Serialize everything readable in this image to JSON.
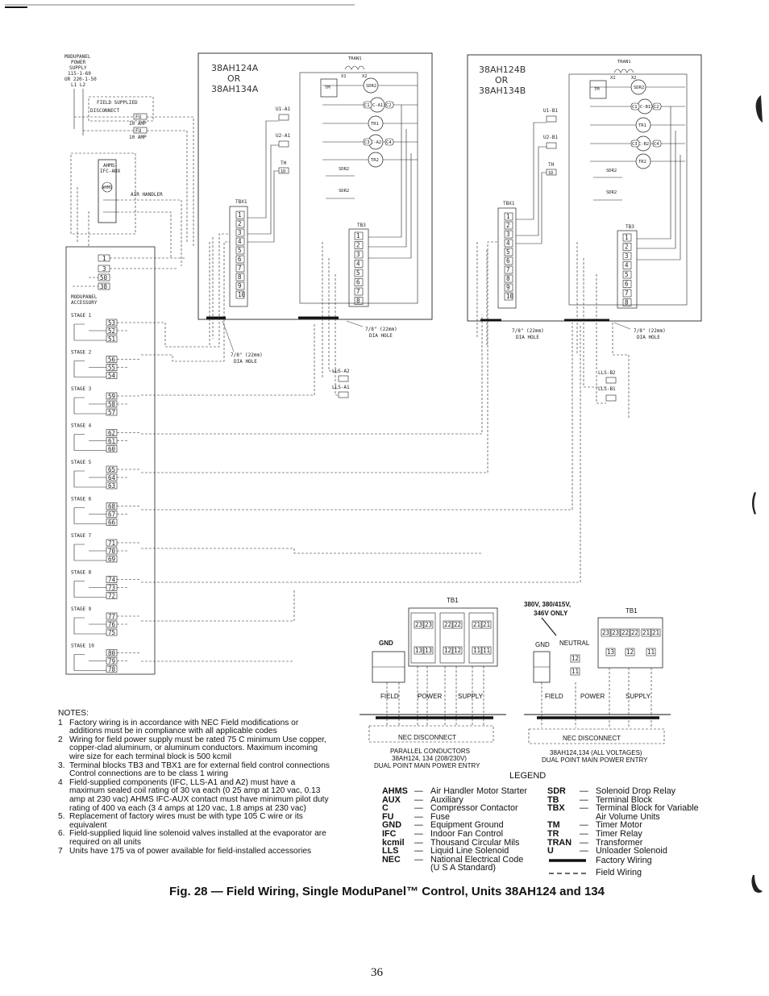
{
  "supply": {
    "lines": [
      "MODUPANEL",
      "POWER",
      "SUPPLY",
      "115-1-60",
      "OR 220-1-50",
      "L1 L2"
    ]
  },
  "field_supplied_disconnect": [
    "FIELD SUPPLIED",
    "DISCONNECT"
  ],
  "fuses": [
    {
      "tag": "FU",
      "rating": "10 AMP"
    },
    {
      "tag": "FU",
      "rating": "10 AMP"
    }
  ],
  "ahms": {
    "title": [
      "AHMS-",
      "IFC-AUX"
    ],
    "tag": "AHMS",
    "label": "AIR HANDLER"
  },
  "accessory": {
    "title": [
      "MODUPANEL",
      "ACCESSORY"
    ],
    "top_terminals": [
      "1",
      "3",
      "50",
      "38"
    ],
    "stages": [
      {
        "label": "STAGE 1",
        "terminals": [
          "53",
          "52",
          "51"
        ]
      },
      {
        "label": "STAGE 2",
        "terminals": [
          "56",
          "55",
          "54"
        ]
      },
      {
        "label": "STAGE 3",
        "terminals": [
          "59",
          "58",
          "57"
        ]
      },
      {
        "label": "STAGE 4",
        "terminals": [
          "62",
          "61",
          "60"
        ]
      },
      {
        "label": "STAGE 5",
        "terminals": [
          "65",
          "64",
          "63"
        ]
      },
      {
        "label": "STAGE 6",
        "terminals": [
          "68",
          "67",
          "66"
        ]
      },
      {
        "label": "STAGE 7",
        "terminals": [
          "71",
          "70",
          "69"
        ]
      },
      {
        "label": "STAGE 8",
        "terminals": [
          "74",
          "73",
          "72"
        ]
      },
      {
        "label": "STAGE 9",
        "terminals": [
          "77",
          "76",
          "75"
        ]
      },
      {
        "label": "STAGE 10",
        "terminals": [
          "80",
          "79",
          "78"
        ]
      }
    ]
  },
  "unit_a": {
    "title": [
      "38AH124A",
      "OR",
      "38AH134A"
    ],
    "tran": "TRAN1",
    "tran_pins": [
      "X1",
      "X2"
    ],
    "tm": "TM",
    "relays": [
      "SDR2",
      "C-A1",
      "TR1",
      "C-A2",
      "TR2"
    ],
    "relay_pins": [
      "C1",
      "C2",
      "C3",
      "C4"
    ],
    "unloaders": [
      "U1-A1",
      "U2-A1"
    ],
    "th": "TH",
    "th_pin": "1D",
    "sdr_labels": [
      "SDR2",
      "SDR2"
    ],
    "tbx_label": "TBX1",
    "tbx_terminals": [
      "1",
      "2",
      "3",
      "4",
      "5",
      "6",
      "7",
      "8",
      "9",
      "10"
    ],
    "tb_label": "TB3",
    "tb_terminals": [
      "1",
      "2",
      "3",
      "4",
      "5",
      "6",
      "7",
      "8"
    ],
    "hole_1": [
      "7/8\" (22mm)",
      "DIA HOLE"
    ],
    "hole_2": [
      "7/8\" (22mm)",
      "DIA HOLE"
    ],
    "lls": [
      "LLS-A2",
      "LLS-A1"
    ]
  },
  "unit_b": {
    "title": [
      "38AH124B",
      "OR",
      "38AH134B"
    ],
    "tran": "TRAN1",
    "tran_pins": [
      "X1",
      "X2"
    ],
    "tm": "TM",
    "relays": [
      "SDR2",
      "C-B1",
      "TR1",
      "C-B2",
      "TR2"
    ],
    "relay_pins": [
      "C1",
      "C2",
      "C3",
      "C4"
    ],
    "unloaders": [
      "U1-B1",
      "U2-B1"
    ],
    "th": "TH",
    "th_pin": "1D",
    "sdr_labels": [
      "SDR2",
      "SDR2"
    ],
    "tbx_label": "TBX1",
    "tbx_terminals": [
      "1",
      "2",
      "3",
      "4",
      "5",
      "6",
      "7",
      "8",
      "9",
      "10"
    ],
    "tb_label": "TB3",
    "tb_terminals": [
      "1",
      "2",
      "3",
      "4",
      "5",
      "6",
      "7",
      "8"
    ],
    "hole_1": [
      "7/8\" (22mm)",
      "DIA HOLE"
    ],
    "hole_2": [
      "7/8\" (22mm)",
      "DIA HOLE"
    ],
    "lls": [
      "LLS-B2",
      "LLS-B1"
    ]
  },
  "power_left": {
    "tb1": "TB1",
    "terminals": [
      "23",
      "23",
      "22",
      "22",
      "21",
      "21",
      "13",
      "13",
      "12",
      "12",
      "11",
      "11"
    ],
    "gnd": "GND",
    "field_power_supply": [
      "FIELD",
      "POWER",
      "SUPPLY"
    ],
    "nec": "NEC DISCONNECT",
    "caption": [
      "PARALLEL CONDUCTORS",
      "38AH124, 134 (208/230V)",
      "DUAL POINT MAIN POWER ENTRY"
    ]
  },
  "power_right": {
    "voltage": [
      "380V, 380/415V,",
      "346V ONLY"
    ],
    "tb1": "TB1",
    "terminals": [
      "23",
      "23",
      "22",
      "22",
      "21",
      "21",
      "13",
      "12",
      "11",
      "12",
      "11"
    ],
    "gnd": "GND",
    "neutral": "NEUTRAL",
    "field_power_supply": [
      "FIELD",
      "POWER",
      "SUPPLY"
    ],
    "nec": "NEC DISCONNECT",
    "caption": [
      "38AH124,134 (ALL VOLTAGES)",
      "DUAL POINT MAIN POWER ENTRY"
    ]
  },
  "notes": {
    "title": "NOTES:",
    "items": [
      {
        "num": "1",
        "text": "Factory wiring is in accordance with NEC Field modifications or additions must be in compliance with all applicable codes"
      },
      {
        "num": "2",
        "text": "Wiring for field power supply must be rated 75 C minimum Use copper, copper-clad aluminum, or aluminum conductors. Maximum incoming wire size for each terminal block is 500 kcmil"
      },
      {
        "num": "3.",
        "text": "Terminal blocks TB3 and TBX1 are for external field control connections Control connections are to be class 1 wiring"
      },
      {
        "num": "4",
        "text": "Field-supplied components (IFC, LLS-A1 and A2) must have a maximum sealed coil rating of 30 va each (0 25 amp at 120 vac, 0.13 amp at 230 vac) AHMS IFC-AUX contact must have minimum pilot duty rating of 400 va each (3 4 amps at 120 vac, 1.8 amps at 230 vac)"
      },
      {
        "num": "5.",
        "text": "Replacement of factory wires must be with type 105 C wire or its equivalent"
      },
      {
        "num": "6.",
        "text": "Field-supplied liquid line solenoid valves installed at the evaporator are required on all units"
      },
      {
        "num": "7",
        "text": "Units have 175 va of power available for field-installed accessories"
      }
    ]
  },
  "legend": {
    "title": "LEGEND",
    "col1": [
      {
        "abbr": "AHMS",
        "def": "Air Handler Motor Starter"
      },
      {
        "abbr": "AUX",
        "def": "Auxiliary"
      },
      {
        "abbr": "C",
        "def": "Compressor Contactor"
      },
      {
        "abbr": "FU",
        "def": "Fuse"
      },
      {
        "abbr": "GND",
        "def": "Equipment Ground"
      },
      {
        "abbr": "IFC",
        "def": "Indoor Fan Control"
      },
      {
        "abbr": "kcmil",
        "def": "Thousand Circular Mils"
      },
      {
        "abbr": "LLS",
        "def": "Liquid Line Solenoid"
      },
      {
        "abbr": "NEC",
        "def": "National Electrical Code"
      },
      {
        "abbr": "",
        "def": "(U S A Standard)"
      }
    ],
    "col2": [
      {
        "abbr": "SDR",
        "def": "Solenoid Drop Relay"
      },
      {
        "abbr": "TB",
        "def": "Terminal Block"
      },
      {
        "abbr": "TBX",
        "def": "Terminal Block for Variable"
      },
      {
        "abbr": "",
        "def": "Air Volume Units"
      },
      {
        "abbr": "TM",
        "def": "Timer Motor"
      },
      {
        "abbr": "TR",
        "def": "Timer Relay"
      },
      {
        "abbr": "TRAN",
        "def": "Transformer"
      },
      {
        "abbr": "U",
        "def": "Unloader Solenoid"
      }
    ],
    "factory_wiring": "Factory Wiring",
    "field_wiring": "Field Wiring",
    "dash": "—"
  },
  "caption": "Fig. 28 — Field Wiring, Single ModuPanel™ Control, Units 38AH124 and 134",
  "page_number": "36"
}
